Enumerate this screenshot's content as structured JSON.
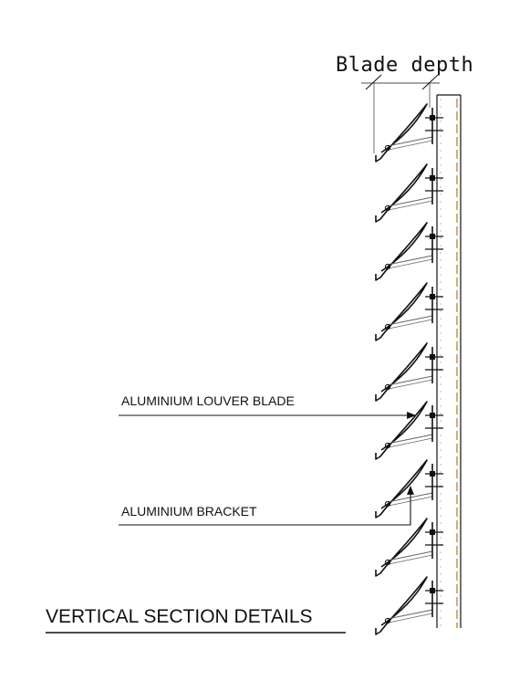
{
  "dimension": {
    "label": "Blade depth"
  },
  "callouts": {
    "blade": "ALUMINIUM LOUVER BLADE",
    "bracket": "ALUMINIUM BRACKET"
  },
  "title": "VERTICAL SECTION DETAILS",
  "louver": {
    "blade_count": 9
  },
  "colors": {
    "line": "#111111",
    "accent": "#c8873a",
    "thin": "#8a8a8a"
  }
}
